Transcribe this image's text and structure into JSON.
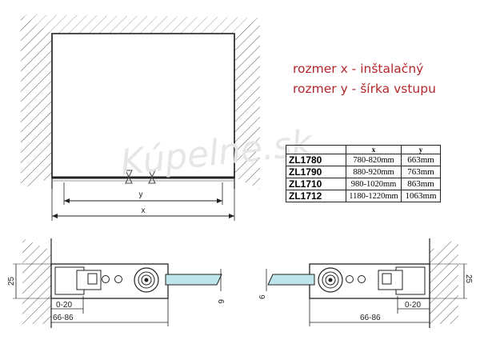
{
  "legend": {
    "x_text": "rozmer x - inštalačný",
    "y_text": "rozmer y - šírka vstupu",
    "color": "#b3262c"
  },
  "table": {
    "headers": [
      "",
      "x",
      "y"
    ],
    "rows": [
      {
        "code": "ZL1780",
        "x": "780-820mm",
        "y": "663mm"
      },
      {
        "code": "ZL1790",
        "x": "880-920mm",
        "y": "763mm"
      },
      {
        "code": "ZL1710",
        "x": "980-1020mm",
        "y": "863mm"
      },
      {
        "code": "ZL1712",
        "x": "1180-1220mm",
        "y": "1063mm"
      }
    ]
  },
  "plan": {
    "dim_y": "y",
    "dim_x": "x"
  },
  "details": {
    "wall_depth": "25",
    "glass_thickness": "6",
    "adjust_range": "0-20",
    "profile_range": "66-86"
  },
  "watermark": "Kúpelne.sk",
  "colors": {
    "ink": "#222222",
    "glass": "#bfe4ea",
    "watermark": "#e6e6e6"
  }
}
